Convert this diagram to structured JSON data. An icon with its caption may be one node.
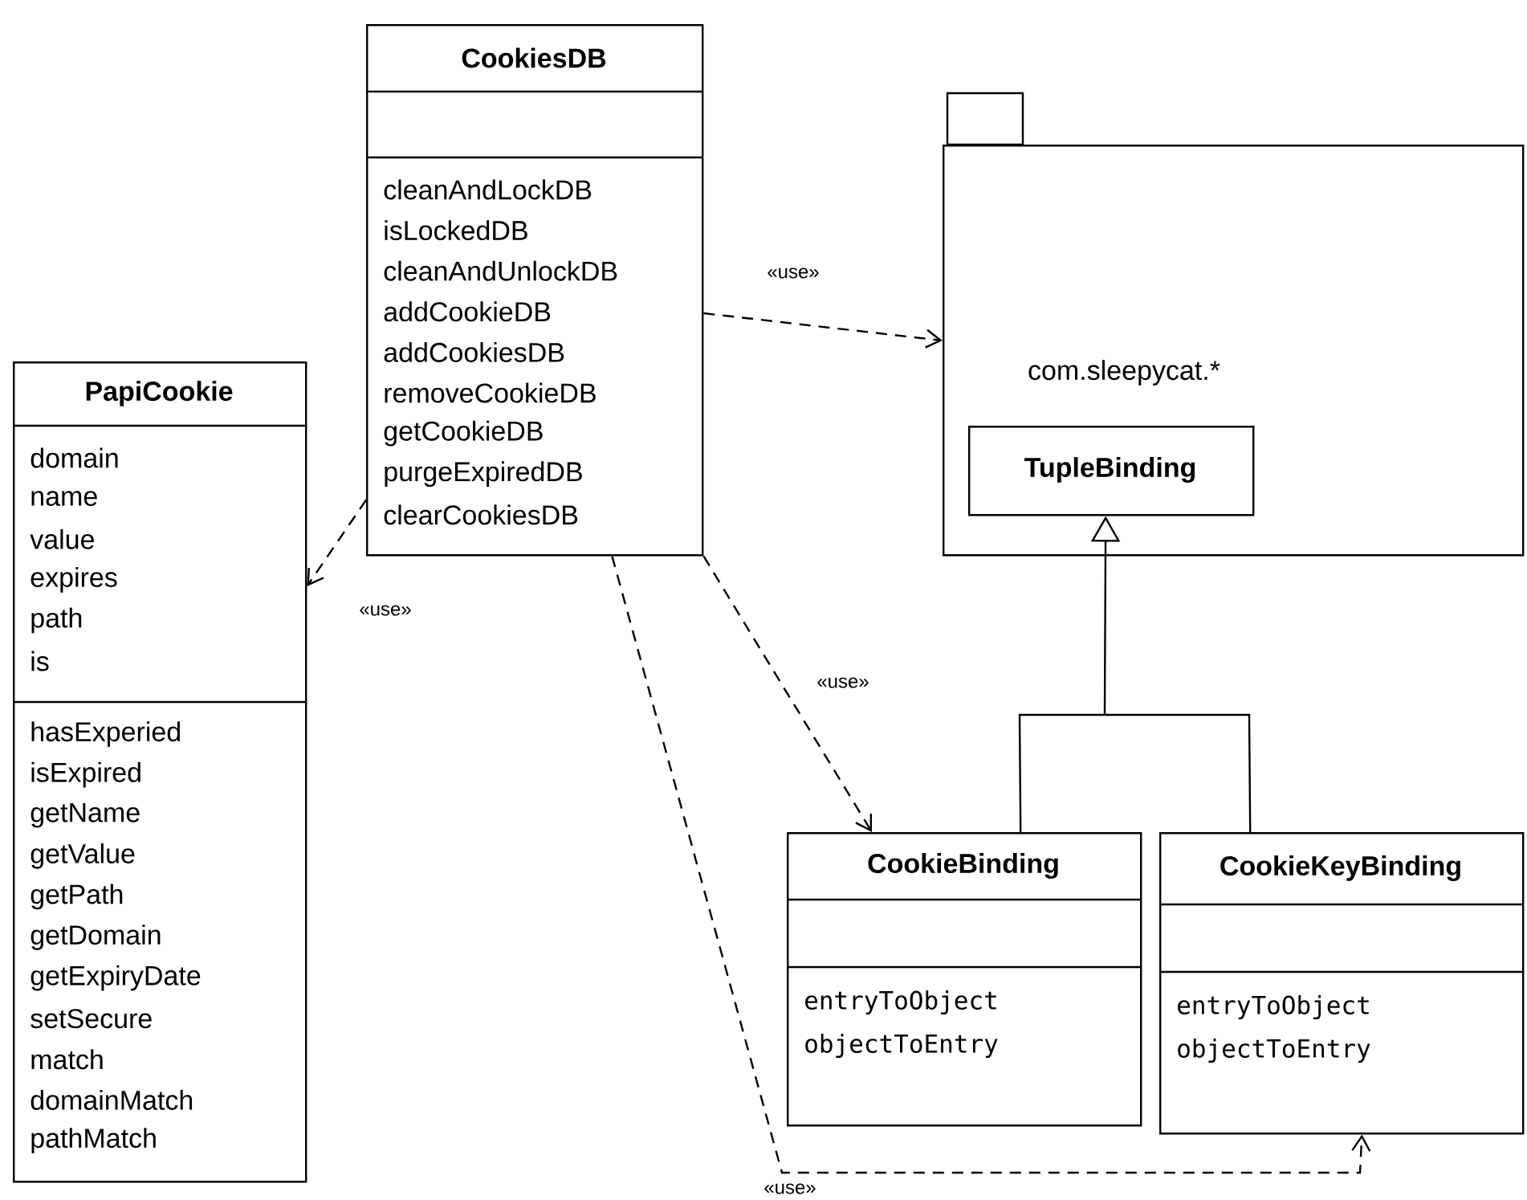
{
  "diagram": {
    "nodes": [
      {
        "text": [
          "CookiesDB",
          "cleanAndLockDB",
          "isLockedDB",
          "cleanAndUnlockDB",
          "addCookieDB",
          "addCookiesDB",
          "removeCookieDB",
          "getCookieDB",
          "purgeExpiredDB",
          "clearCookiesDB"
        ]
      },
      {
        "text": [
          "PapiCookie",
          "domain",
          "name",
          "value",
          "expires",
          "path",
          "is",
          "hasExperied",
          "isExpired",
          "getName",
          "getValue",
          "getPath",
          "getDomain",
          "getExpiryDate",
          "setSecure",
          "match",
          "domainMatch",
          "pathMatch"
        ]
      },
      {
        "text": [
          "com.sleepycat.*"
        ]
      },
      {
        "text": [
          "TupleBinding"
        ],
        "in": 2
      },
      {
        "text": [
          "CookieBinding",
          "entryToObject",
          "objectToEntry"
        ]
      },
      {
        "text": [
          "CookieKeyBinding",
          "entryToObject",
          "objectToEntry"
        ]
      }
    ],
    "edges": [
      {
        "from": 0,
        "to": 1,
        "arrow": "to",
        "style": "dashed",
        "label": "«use»"
      },
      {
        "from": 0,
        "to": 2,
        "arrow": "to",
        "style": "dashed",
        "label": "«use»"
      },
      {
        "from": 0,
        "to": 4,
        "arrow": "to",
        "style": "dashed",
        "label": "«use»"
      },
      {
        "from": 0,
        "to": 5,
        "arrow": "to",
        "style": "dashed",
        "label": "«use»"
      },
      {
        "from": 4,
        "to": 3,
        "arrow": "to"
      },
      {
        "from": 5,
        "to": 3,
        "arrow": "to"
      }
    ]
  }
}
